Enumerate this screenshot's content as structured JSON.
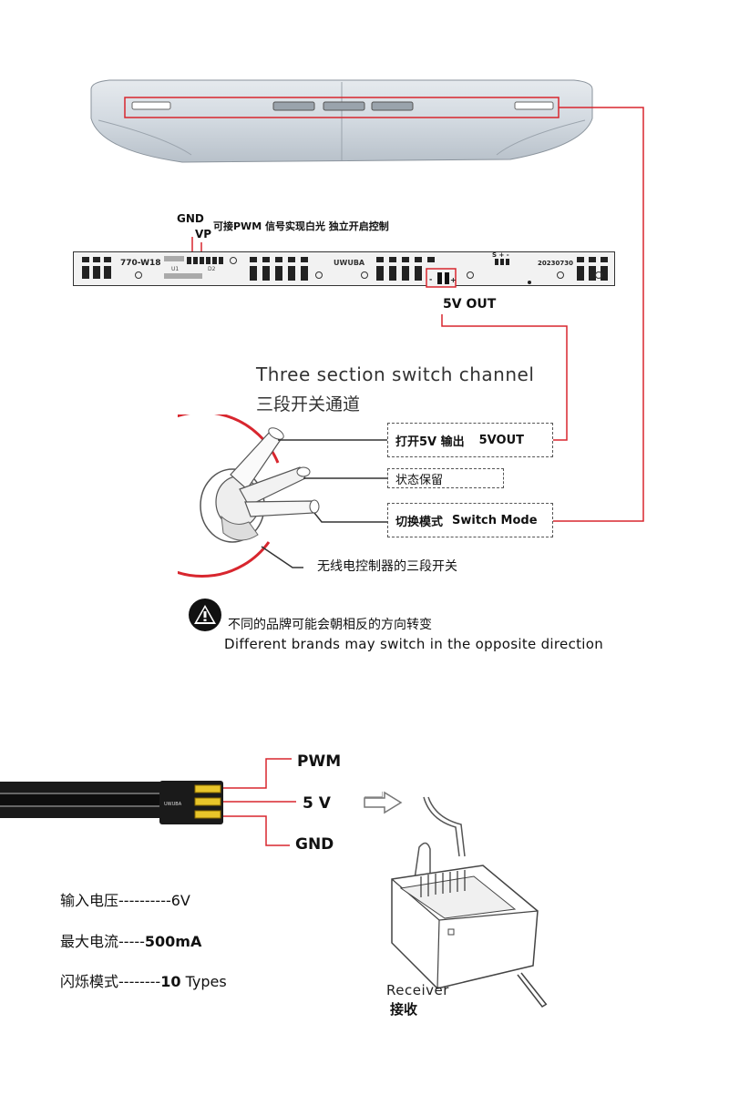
{
  "board": {
    "gnd": "GND",
    "vp": "VP",
    "pwm_note": "可接PWM 信号实现白光 独立开启控制",
    "model": "770-W18",
    "brand": "UWUBA",
    "date": "20230730",
    "spins": "S + -",
    "u1": "U1",
    "d2": "D2",
    "minus": "-",
    "plus": "+",
    "out_label": "5V OUT"
  },
  "switch": {
    "title_en": "Three section switch channel",
    "title_cn": "三段开关通道",
    "pos1_cn": "打开5V 输出",
    "pos1_en": "5VOUT",
    "pos2": "状态保留",
    "pos3_cn": "切换模式",
    "pos3_en": "Switch Mode",
    "caption": "无线电控制器的三段开关"
  },
  "warning": {
    "cn": "不同的品牌可能会朝相反的方向转变",
    "en": "Different brands may switch in the opposite direction"
  },
  "connector": {
    "pin_pwm": "PWM",
    "pin_5v": "5 V",
    "pin_gnd": "GND",
    "brand": "UWUBA"
  },
  "specs": [
    {
      "label": "输入电压",
      "dashes": "----------",
      "value": "6V"
    },
    {
      "label": "最大电流",
      "dashes": "-----",
      "value": "500mA"
    },
    {
      "label": "闪烁模式",
      "dashes": "--------",
      "value": "10",
      "unit": "Types"
    }
  ],
  "receiver": {
    "en": "Receiver",
    "cn": "接收"
  },
  "colors": {
    "accent_red": "#d8262e",
    "pcb_bg": "#f2f2f2",
    "lightbar": "#cfd6de",
    "connector": "#1a1a1a",
    "pin_yellow": "#e8c52a"
  }
}
